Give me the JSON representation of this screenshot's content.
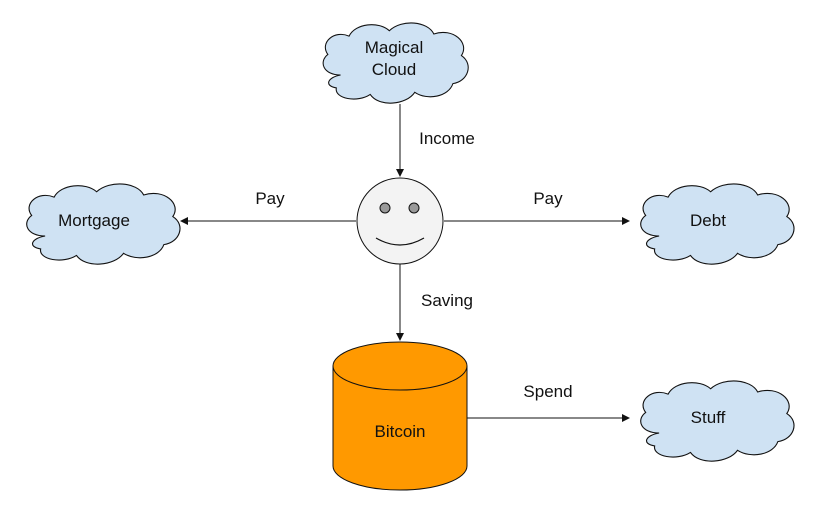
{
  "nodes": {
    "magical_cloud": {
      "line1": "Magical",
      "line2": "Cloud"
    },
    "mortgage": {
      "label": "Mortgage"
    },
    "debt": {
      "label": "Debt"
    },
    "stuff": {
      "label": "Stuff"
    },
    "bitcoin": {
      "label": "Bitcoin"
    }
  },
  "edges": {
    "income": "Income",
    "pay_left": "Pay",
    "pay_right": "Pay",
    "saving": "Saving",
    "spend": "Spend"
  },
  "colors": {
    "cloud_fill": "#cfe2f3",
    "bitcoin_fill": "#ff9900",
    "face_fill": "#f3f3f3",
    "eye_fill": "#999999",
    "stroke": "#111111"
  }
}
